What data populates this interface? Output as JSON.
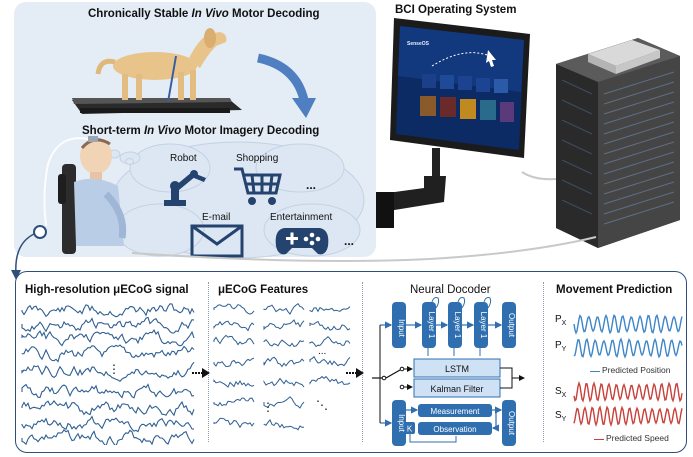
{
  "top": {
    "chronic_title_pre": "Chronically Stable ",
    "chronic_title_em": "In Vivo",
    "chronic_title_post": " Motor Decoding",
    "shortterm_title_pre": "Short-term ",
    "shortterm_title_em": "In Vivo",
    "shortterm_title_post": " Motor Imagery Decoding",
    "bci_title": "BCI Operating System",
    "screen_logo": "SenseOS",
    "bubble_items": [
      "Robot",
      "Shopping",
      "E-mail",
      "Entertainment"
    ],
    "ellipsis": "..."
  },
  "bottom": {
    "signal_title": "High-resolution μECoG signal",
    "features_title": "μECoG Features",
    "decoder_title": "Neural Docoder",
    "decoder": {
      "input": "Input",
      "layer": "Layer 1",
      "output": "Output",
      "lstm": "LSTM",
      "kalman": "Kalman Filter",
      "measurement": "Measurement",
      "observation": "Observation",
      "k": "K"
    },
    "prediction_title": "Movement Prediction",
    "prediction": {
      "px": "P",
      "px_sub": "X",
      "py": "P",
      "py_sub": "Y",
      "sx": "S",
      "sx_sub": "X",
      "sy": "S",
      "sy_sub": "Y",
      "position_legend": "Predicted Position",
      "speed_legend": "Predicted Speed"
    },
    "vdots": "⋮",
    "ellipsis": "...",
    "ddots": "⋱"
  },
  "colors": {
    "trace_blue": "#2f5f92",
    "prediction_blue": "#3f86c8",
    "prediction_red": "#c8413b",
    "decoder_blue": "#2f6fb0",
    "decoder_light": "#cfe1f4",
    "top_panel": "#e4ecf6",
    "bubble": "#dde7f3",
    "icon_navy": "#24446f"
  },
  "icons": [
    "dog-icon",
    "treadmill-icon",
    "person-icon",
    "robot-arm-icon",
    "shopping-cart-icon",
    "email-icon",
    "gamepad-icon",
    "monitor-icon",
    "server-icon"
  ]
}
